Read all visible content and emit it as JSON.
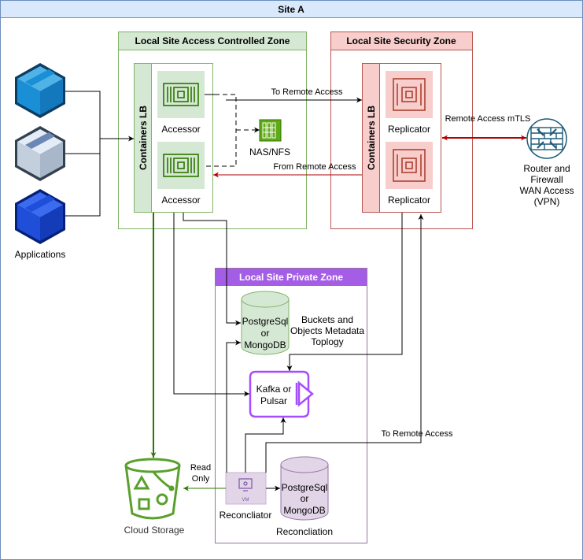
{
  "site": {
    "title": "Site A"
  },
  "zones": {
    "access": {
      "title": "Local Site Access Controlled Zone"
    },
    "security": {
      "title": "Local Site Security Zone"
    },
    "private": {
      "title": "Local Site Private Zone"
    }
  },
  "lb_access": {
    "label": "Containers LB"
  },
  "lb_security": {
    "label": "Containers LB"
  },
  "accessors": [
    "Accessor",
    "Accessor"
  ],
  "replicators": [
    "Replicator",
    "Replicator"
  ],
  "nas": {
    "label": "NAS/NFS"
  },
  "applications": {
    "label": "Applications"
  },
  "router": {
    "lines": [
      "Router and",
      "Firewall",
      "WAN Access",
      "(VPN)"
    ]
  },
  "db_metadata": {
    "lines": [
      "PostgreSql",
      "or",
      "MongoDB"
    ],
    "note_lines": [
      "Buckets  and",
      "Objects Metadata",
      "Toplogy"
    ]
  },
  "kafka": {
    "lines": [
      "Kafka or",
      "Pulsar"
    ]
  },
  "db_reconciliation": {
    "lines": [
      "PostgreSql",
      "or",
      "MongoDB"
    ],
    "caption": "Reconcliation"
  },
  "reconciliator": {
    "label": "Reconcliator",
    "badge": "VM"
  },
  "cloud_storage": {
    "label": "Cloud Storage"
  },
  "edges": {
    "to_remote_access_1": "To Remote Access",
    "from_remote_access": "From Remote Access",
    "remote_access_mtls": "Remote Access mTLS",
    "to_remote_access_2": "To Remote Access",
    "read_only": [
      "Read",
      "Only"
    ]
  },
  "colors": {
    "access_zone_fill": "#d5e8d4",
    "access_zone_stroke": "#82b366",
    "security_zone_fill": "#f8cecc",
    "security_zone_stroke": "#b85450",
    "private_zone_fill": "#a45ee5",
    "private_zone_stroke": "#9673a6",
    "site_header": "#dae8fc",
    "site_stroke": "#6c8ebf",
    "green_arrow": "#2d7600",
    "red_arrow": "#b20000",
    "purple": "#a64dff",
    "router": "#1b5a7a"
  }
}
